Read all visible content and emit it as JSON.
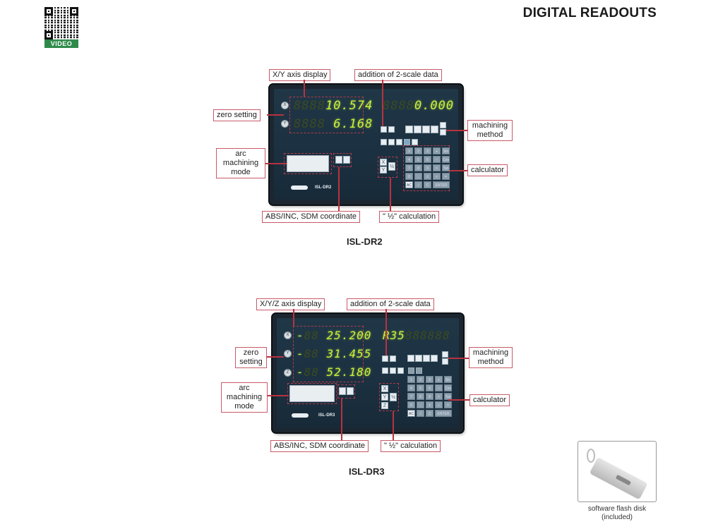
{
  "header": {
    "title": "DIGITAL READOUTS",
    "qr_badge": "VIDEO"
  },
  "devices": [
    {
      "model": "ISL-DR2",
      "brand_text": "ISL-DR2",
      "displays": {
        "x": {
          "axis": "X",
          "dim": "8888",
          "value": "10.574"
        },
        "y": {
          "axis": "Y",
          "dim": "8888",
          "value": "6.168"
        },
        "aux": {
          "dim": "8888",
          "value": "0.000"
        }
      },
      "callouts": {
        "axis_display": "X/Y axis display",
        "addition": "addition of 2-scale data",
        "zero_setting": "zero setting",
        "arc_mode": "arc machining mode",
        "machining_method": "machining method",
        "calculator": "calculator",
        "abs_inc": "ABS/INC, SDM coordinate",
        "half_calc": "\" ½\" calculation"
      },
      "half_keys": [
        "X",
        "Y",
        "½"
      ]
    },
    {
      "model": "ISL-DR3",
      "brand_text": "ISL-DR3",
      "displays": {
        "x": {
          "axis": "X",
          "sign": "-",
          "dim": "88",
          "value": "25.200"
        },
        "y": {
          "axis": "Y",
          "sign": "-",
          "dim": "88",
          "value": "31.455"
        },
        "z": {
          "axis": "Z",
          "sign": "-",
          "dim": "88",
          "value": "52.180"
        },
        "aux": {
          "value": "R35",
          "dim": "888888"
        }
      },
      "callouts": {
        "axis_display": "X/Y/Z axis display",
        "addition": "addition of 2-scale data",
        "zero_setting": "zero setting",
        "arc_mode": "arc machining mode",
        "machining_method": "machining method",
        "calculator": "calculator",
        "abs_inc": "ABS/INC, SDM coordinate",
        "half_calc": "\" ½\" calculation"
      },
      "half_keys": [
        "X",
        "Y",
        "Z",
        "½"
      ]
    }
  ],
  "calculator_keys": [
    "1",
    "2",
    "3",
    "+",
    "Sin",
    "4",
    "5",
    "6",
    "−",
    "Cos",
    "7",
    "8",
    "9",
    "×",
    "Tan",
    "0",
    ".",
    "±",
    "÷",
    "=",
    "AC",
    "√",
    "C",
    "ENTER",
    ""
  ],
  "accessory": {
    "caption_line1": "software flash disk",
    "caption_line2": "(included)"
  },
  "colors": {
    "callout_border": "#c75a68",
    "leader_line": "#b8323f",
    "led": "#c9f03a",
    "panel": "#1b3040"
  }
}
